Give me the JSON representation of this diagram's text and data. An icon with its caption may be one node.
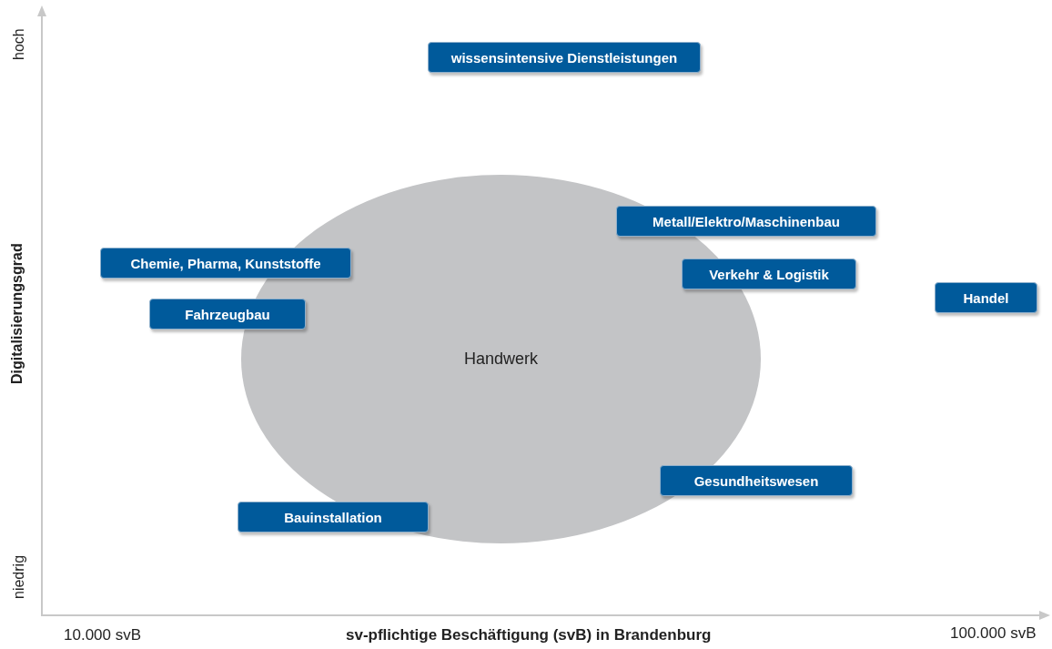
{
  "diagram": {
    "nodes": [
      {
        "text": [
          "wissensintensive Dienstleistungen"
        ]
      },
      {
        "text": [
          "Metall/Elektro/Maschinenbau"
        ]
      },
      {
        "text": [
          "Chemie, Pharma, Kunststoffe"
        ]
      },
      {
        "text": [
          "Verkehr & Logistik"
        ]
      },
      {
        "text": [
          "Fahrzeugbau"
        ]
      },
      {
        "text": [
          "Handel"
        ]
      },
      {
        "text": [
          "Handwerk"
        ]
      },
      {
        "text": [
          "Gesundheitswesen"
        ]
      },
      {
        "text": [
          "Bauinstallation"
        ]
      }
    ],
    "labels": [
      "hoch",
      "Digitalisierungsgrad",
      "niedrig",
      "10.000 svB",
      "sv-pflichtige Beschäftigung (svB) in Brandenburg",
      "100.000 svB"
    ]
  }
}
